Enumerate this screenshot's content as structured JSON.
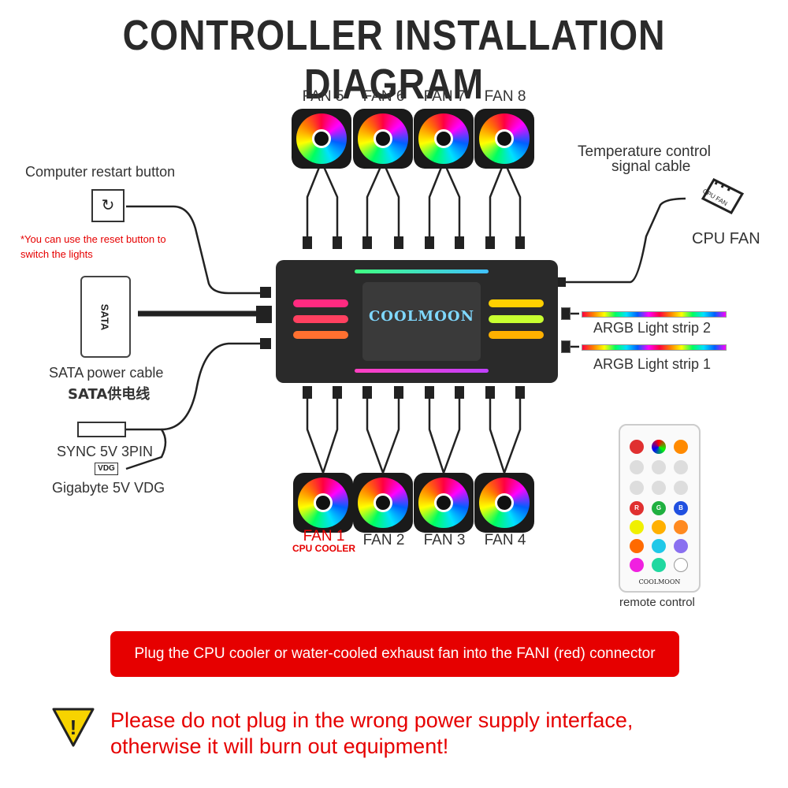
{
  "title": "CONTROLLER INSTALLATION DIAGRAM",
  "fans_top": [
    {
      "label": "FAN 5"
    },
    {
      "label": "FAN 6"
    },
    {
      "label": "FAN 7"
    },
    {
      "label": "FAN 8"
    }
  ],
  "fans_bottom": [
    {
      "label": "FAN 1",
      "sub": "CPU COOLER"
    },
    {
      "label": "FAN 2"
    },
    {
      "label": "FAN 3"
    },
    {
      "label": "FAN 4"
    }
  ],
  "left": {
    "restart_button": "Computer restart button",
    "reset_note_line1": "*You can use the reset button to",
    "reset_note_line2": "switch the lights",
    "sata_connector": "SATA",
    "sata_cable": "SATA power cable",
    "sata_cn": "SATA供电线",
    "sync": "SYNC 5V 3PIN",
    "vdg_tag": "VDG",
    "gigabyte": "Gigabyte 5V VDG"
  },
  "right": {
    "temp_line1": "Temperature control",
    "temp_line2": "signal cable",
    "cpu_fan_icon_text": "CPU FAN",
    "cpu_fan": "CPU FAN",
    "strip2": "ARGB Light strip 2",
    "strip1": "ARGB Light strip 1"
  },
  "hub": {
    "brand": "COOLMOON"
  },
  "remote": {
    "brand": "COOLMOON",
    "caption": "remote control",
    "buttons": [
      "R",
      "G",
      "B"
    ]
  },
  "banner": "Plug the CPU cooler or water-cooled exhaust fan into the FANI (red) connector",
  "warning": {
    "line1": "Please do not plug in the wrong power supply interface,",
    "line2": "otherwise it will burn out equipment!"
  },
  "colors": {
    "accent_red": "#e60000",
    "hub": "#2a2a2a"
  }
}
